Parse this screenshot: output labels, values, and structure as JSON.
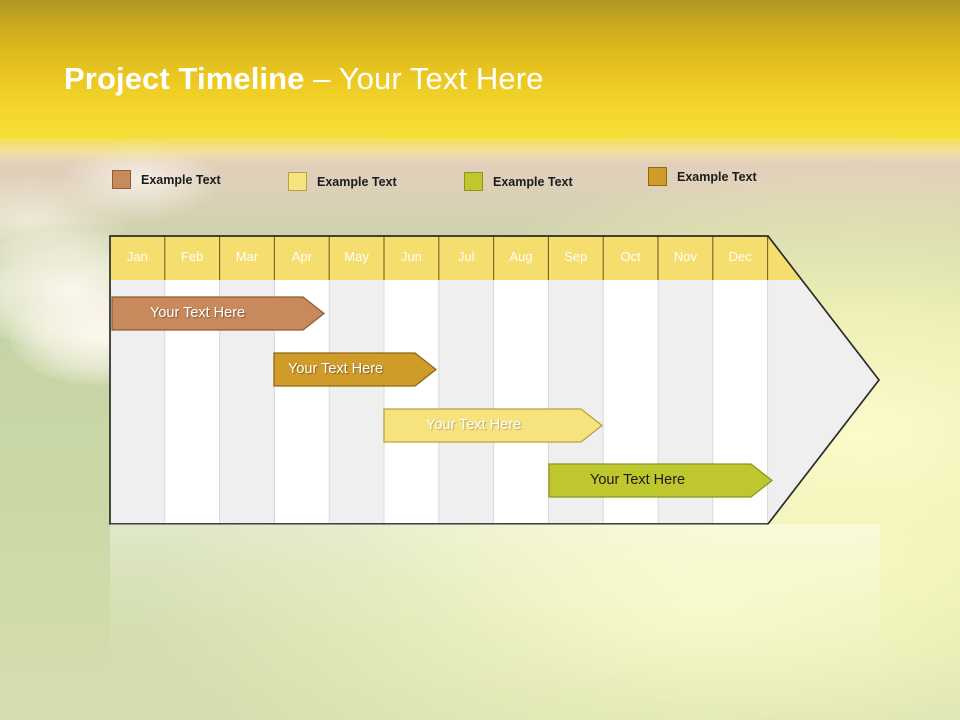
{
  "slide": {
    "title_strong": "Project Timeline",
    "title_sep": " – ",
    "title_light": "Your Text Here",
    "background_top_color": "#b09622",
    "background_bottom_color": "#f6de3a"
  },
  "legend": {
    "items": [
      {
        "label": "Example Text",
        "color": "#c88a5c",
        "border": "#8a5f33"
      },
      {
        "label": "Example Text",
        "color": "#f6e37e",
        "border": "#b9a23c"
      },
      {
        "label": "Example Text",
        "color": "#bfc72f",
        "border": "#8d9420"
      },
      {
        "label": "Example Text",
        "color": "#cf9b29",
        "border": "#8d6913"
      }
    ]
  },
  "chart_data": {
    "type": "bar",
    "title": "Project Timeline – Your Text Here",
    "xlabel": "",
    "ylabel": "",
    "grid": true,
    "legend_position": "top",
    "categories": [
      "Jan",
      "Feb",
      "Mar",
      "Apr",
      "May",
      "Jun",
      "Jul",
      "Aug",
      "Sep",
      "Oct",
      "Nov",
      "Dec"
    ],
    "series": [
      {
        "name": "Example Text",
        "label": "Your  Text Here",
        "color": "#c88a5c",
        "border": "#8a5f33",
        "text_color": "#ffffff",
        "start_month": 1,
        "end_month": 4,
        "row": 1
      },
      {
        "name": "Example Text",
        "label": "Your  Text Here",
        "color": "#cf9b29",
        "border": "#8d6913",
        "text_color": "#ffffff",
        "start_month": 4,
        "end_month": 6,
        "row": 2
      },
      {
        "name": "Example Text",
        "label": "Your  Text Here",
        "color": "#f6e37e",
        "border": "#b9a23c",
        "text_color": "#ffffff",
        "start_month": 6,
        "end_month": 9,
        "row": 3
      },
      {
        "name": "Example Text",
        "label": "Your  Text Here",
        "color": "#bfc72f",
        "border": "#8d9420",
        "text_color": "#1c1c1c",
        "start_month": 9,
        "end_month": 12,
        "row": 4
      }
    ],
    "header_fill": "#f5dd6e",
    "header_text_color": "#ffffff",
    "body_fill_odd": "#efefef",
    "body_fill_even": "#ffffff",
    "outline_color": "#2b2b2b"
  }
}
